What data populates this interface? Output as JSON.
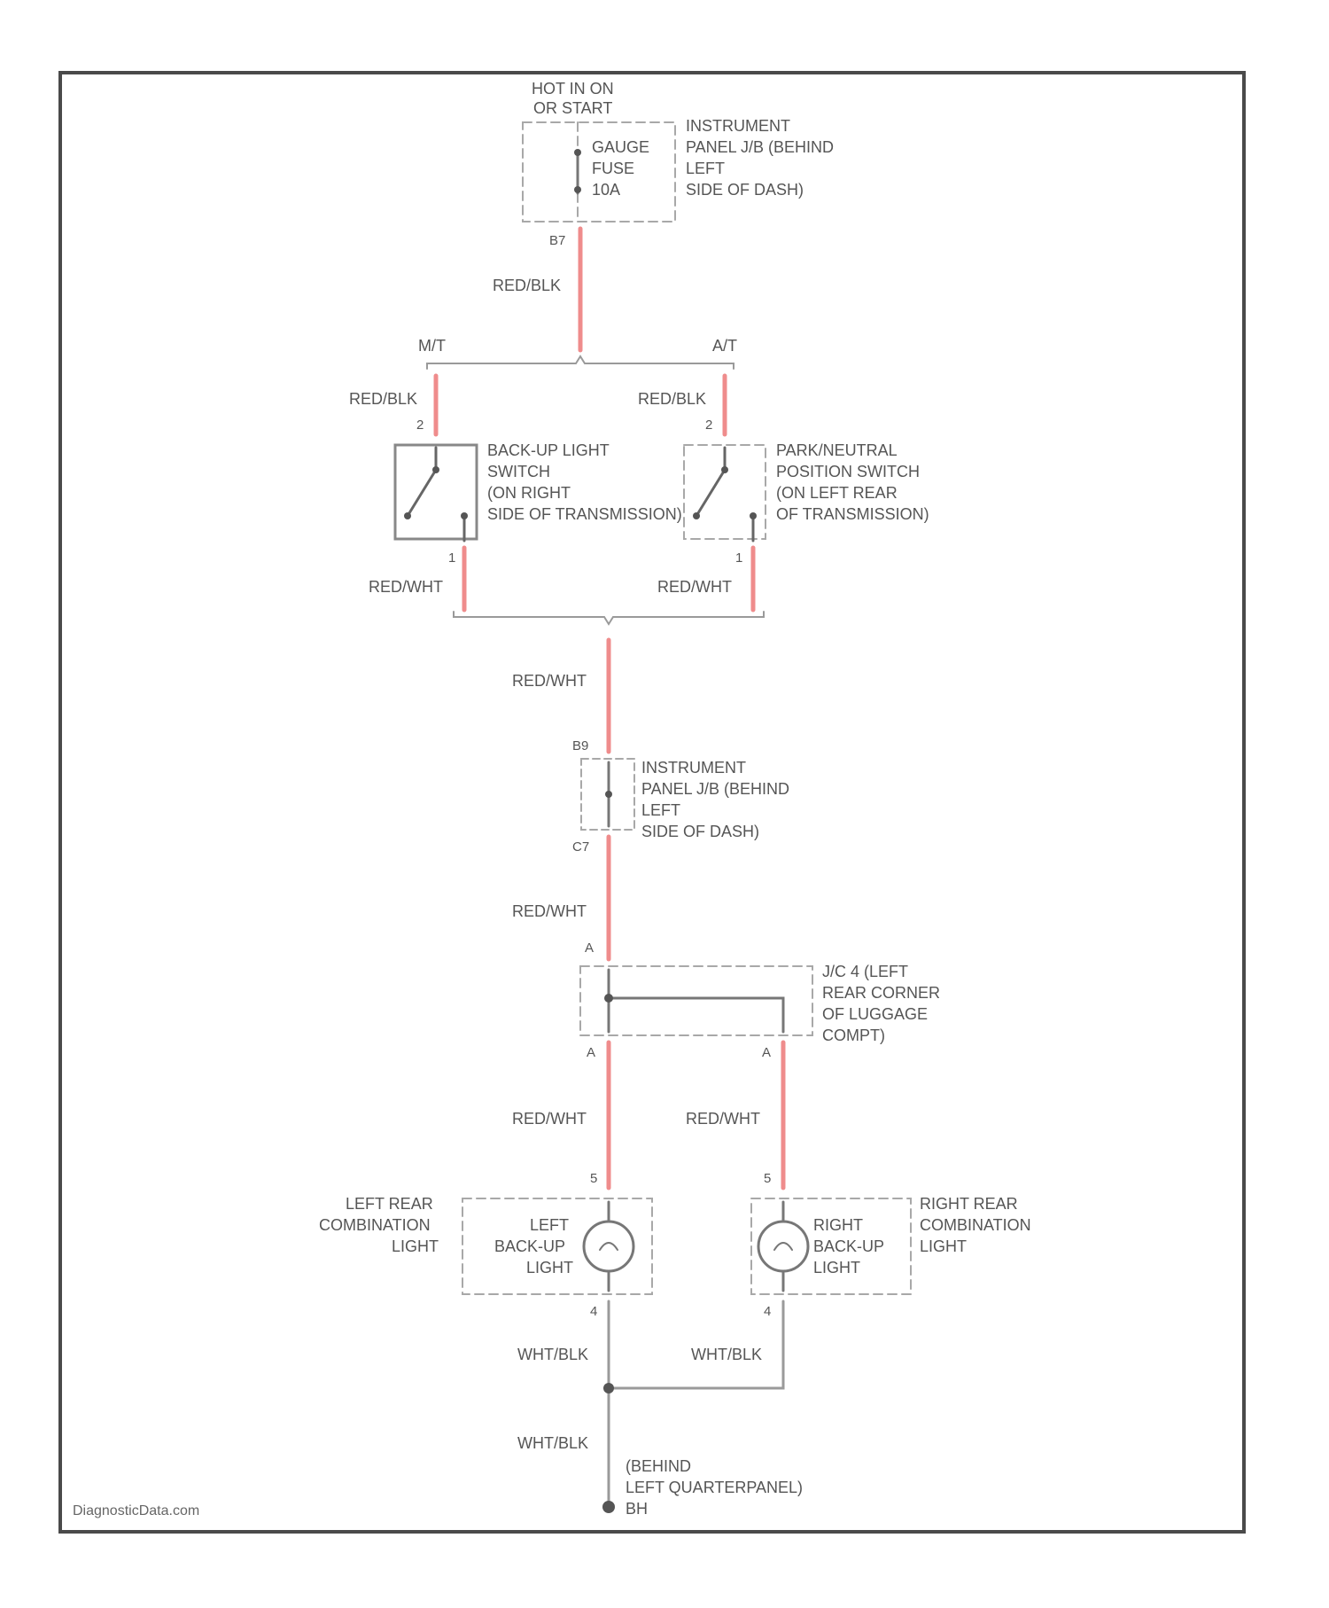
{
  "title": "",
  "colors": {
    "wire_red": "#ef8c8c",
    "wire_gray": "#9a9a9a",
    "frame": "#4a4a4a",
    "dash": "#a8a8a8"
  },
  "power": {
    "label_1": "HOT IN ON",
    "label_2": "OR START"
  },
  "fuse": {
    "name_1": "GAUGE",
    "name_2": "FUSE",
    "name_3": "10A",
    "location_1": "INSTRUMENT",
    "location_2": "PANEL J/B (BEHIND",
    "location_3": "LEFT",
    "location_4": "SIDE OF DASH)",
    "pin_out": "B7"
  },
  "wires": {
    "red_blk": "RED/BLK",
    "red_wht": "RED/WHT",
    "wht_blk": "WHT/BLK"
  },
  "transmission": {
    "mt": "M/T",
    "at": "A/T"
  },
  "backup_switch": {
    "line_1": "BACK-UP LIGHT",
    "line_2": "SWITCH",
    "line_3": "(ON RIGHT",
    "line_4": "SIDE OF TRANSMISSION)",
    "pin_in": "2",
    "pin_out": "1"
  },
  "pn_switch": {
    "line_1": "PARK/NEUTRAL",
    "line_2": "POSITION SWITCH",
    "line_3": "(ON LEFT REAR",
    "line_4": "OF TRANSMISSION)",
    "pin_in": "2",
    "pin_out": "1"
  },
  "ip_jb": {
    "line_1": "INSTRUMENT",
    "line_2": "PANEL J/B (BEHIND",
    "line_3": "LEFT",
    "line_4": "SIDE OF DASH)",
    "pin_in": "B9",
    "pin_out": "C7"
  },
  "jc": {
    "line_1": "J/C 4 (LEFT",
    "line_2": "REAR CORNER",
    "line_3": "OF LUGGAGE",
    "line_4": "COMPT)",
    "pin_in": "A",
    "pin_out_left": "A",
    "pin_out_right": "A"
  },
  "left_light": {
    "outer_1": "LEFT REAR",
    "outer_2": "COMBINATION",
    "outer_3": "LIGHT",
    "inner_1": "LEFT",
    "inner_2": "BACK-UP",
    "inner_3": "LIGHT",
    "pin_in": "5",
    "pin_out": "4"
  },
  "right_light": {
    "outer_1": "RIGHT REAR",
    "outer_2": "COMBINATION",
    "outer_3": "LIGHT",
    "inner_1": "RIGHT",
    "inner_2": "BACK-UP",
    "inner_3": "LIGHT",
    "pin_in": "5",
    "pin_out": "4"
  },
  "ground": {
    "line_1": "(BEHIND",
    "line_2": "LEFT QUARTERPANEL)",
    "id": "BH"
  },
  "watermark": "DiagnosticData.com"
}
